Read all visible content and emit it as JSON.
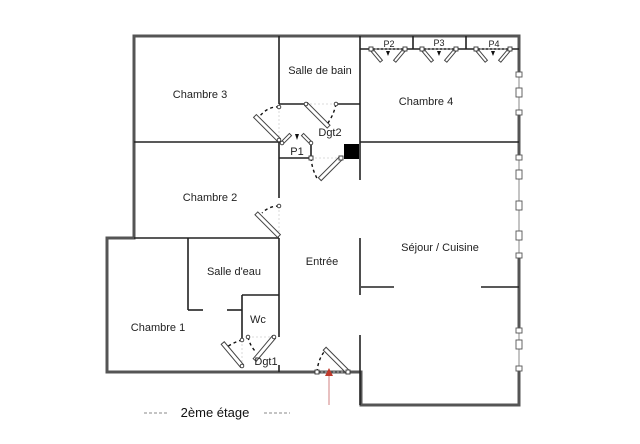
{
  "floor": {
    "label": "2ème etage",
    "label_display": "2ème étage"
  },
  "rooms": {
    "chambre3": "Chambre 3",
    "salle_de_bain": "Salle de bain",
    "chambre4": "Chambre 4",
    "dgt2": "Dgt2",
    "p1": "P1",
    "p2": "P2",
    "p3": "P3",
    "p4": "P4",
    "chambre2": "Chambre 2",
    "entree": "Entrée",
    "sejour_cuisine": "Séjour / Cuisine",
    "salle_deau": "Salle d'eau",
    "chambre1": "Chambre 1",
    "wc": "Wc",
    "dgt1": "Dgt1"
  },
  "colors": {
    "outer_wall": "#555555",
    "inner_wall": "#222222",
    "entry_arrow": "#c0392b",
    "column": "#000000"
  },
  "icons": {
    "entry": "entry-arrow-icon",
    "column": "structural-column-icon"
  }
}
